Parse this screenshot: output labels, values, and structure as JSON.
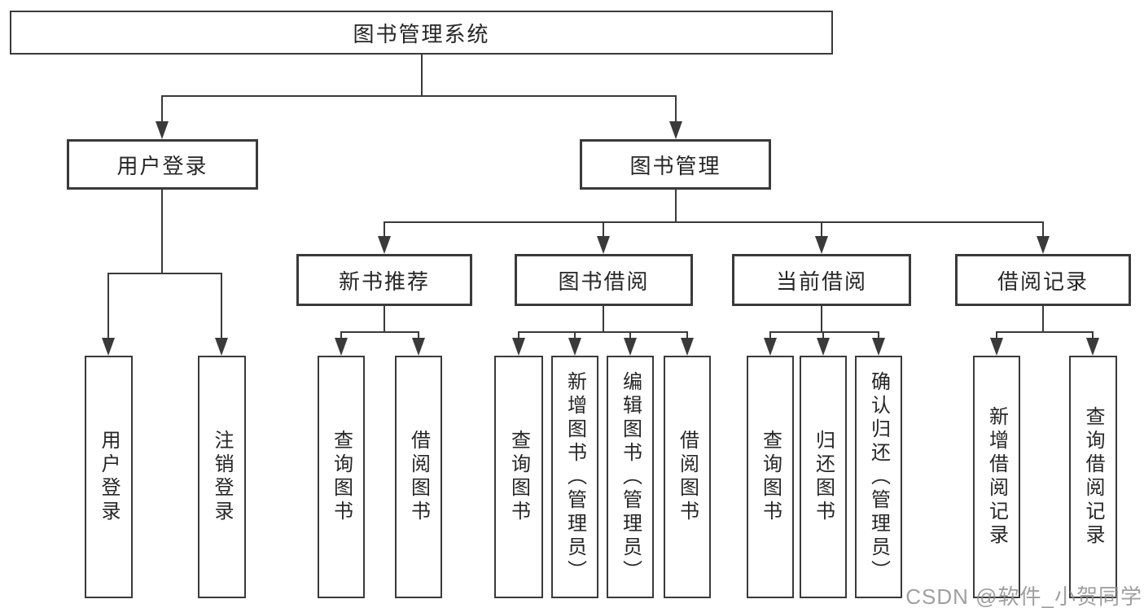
{
  "diagram": {
    "title": "图书管理系统",
    "nodes": {
      "root": "图书管理系统",
      "userLogin": "用户登录",
      "bookMgmt": "图书管理",
      "newBookRec": "新书推荐",
      "bookBorrow": "图书借阅",
      "currentBorrow": "当前借阅",
      "borrowRecord": "借阅记录",
      "userLoginLeaf": "用户登录",
      "logout": "注销登录",
      "recQuery": "查询图书",
      "recBorrow": "借阅图书",
      "bbQuery": "查询图书",
      "bbAdd": "新增图书（管理员）",
      "bbEdit": "编辑图书（管理员）",
      "bbBorrow": "借阅图书",
      "cbQuery": "查询图书",
      "cbReturn": "归还图书",
      "cbConfirm": "确认归还（管理员）",
      "brAdd": "新增借阅记录",
      "brQuery": "查询借阅记录"
    },
    "hierarchy": {
      "图书管理系统": {
        "用户登录": [
          "用户登录",
          "注销登录"
        ],
        "图书管理": {
          "新书推荐": [
            "查询图书",
            "借阅图书"
          ],
          "图书借阅": [
            "查询图书",
            "新增图书（管理员）",
            "编辑图书（管理员）",
            "借阅图书"
          ],
          "当前借阅": [
            "查询图书",
            "归还图书",
            "确认归还（管理员）"
          ],
          "借阅记录": [
            "新增借阅记录",
            "查询借阅记录"
          ]
        }
      }
    },
    "colors": {
      "line": "#3a3a3a",
      "text": "#262626",
      "background": "#ffffff",
      "watermark": "#8f8f8f"
    }
  },
  "watermark": "CSDN @软件_小贺同学"
}
